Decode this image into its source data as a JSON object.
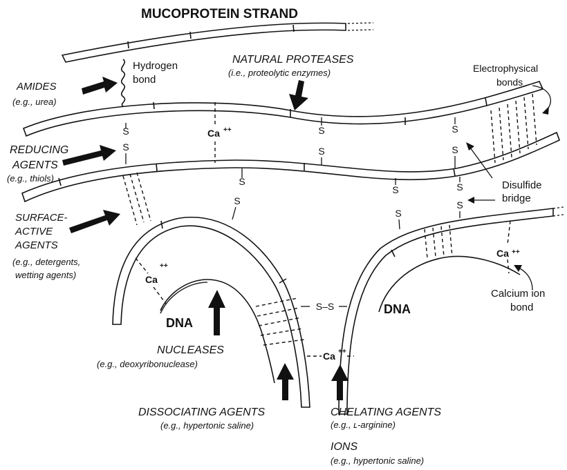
{
  "title": "MUCOPROTEIN STRAND",
  "labels": {
    "amides": "AMIDES",
    "amides_ex": "(e.g., urea)",
    "hydrogen_bond_1": "Hydrogen",
    "hydrogen_bond_2": "bond",
    "natural_proteases": "NATURAL PROTEASES",
    "natural_proteases_ex": "(i.e., proteolytic enzymes)",
    "electrophysical_1": "Electrophysical",
    "electrophysical_2": "bonds",
    "reducing_1": "REDUCING",
    "reducing_2": "AGENTS",
    "reducing_ex": "(e.g., thiols)",
    "disulfide_1": "Disulfide",
    "disulfide_2": "bridge",
    "surface_1": "SURFACE-",
    "surface_2": "ACTIVE",
    "surface_3": "AGENTS",
    "surface_ex_1": "(e.g., detergents,",
    "surface_ex_2": "wetting agents)",
    "calcium_1": "Calcium ion",
    "calcium_2": "bond",
    "dna_left": "DNA",
    "dna_right": "DNA",
    "nucleases": "NUCLEASES",
    "nucleases_ex": "(e.g., deoxyribonuclease)",
    "dissociating": "DISSOCIATING AGENTS",
    "dissociating_ex": "(e.g., hypertonic saline)",
    "chelating": "CHELATING AGENTS",
    "chelating_ex": "(e.g., ʟ-arginine)",
    "ions": "IONS",
    "ions_ex": "(e.g., hypertonic saline)",
    "ca": "Ca",
    "ca_charge": "++",
    "s": "S",
    "ss": "S–S"
  }
}
